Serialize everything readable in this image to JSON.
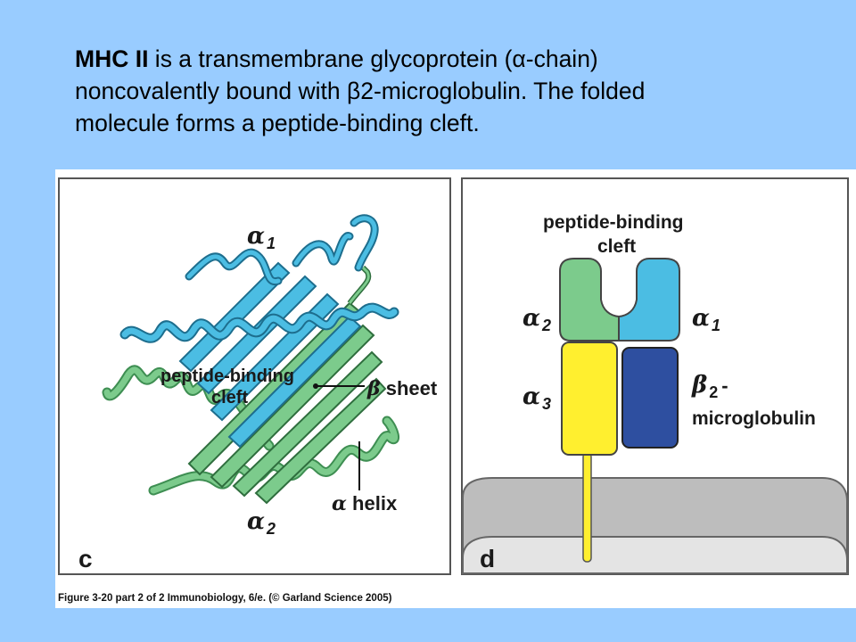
{
  "title": {
    "bold": "MHC II",
    "line1_rest": " is a transmembrane glycoprotein (",
    "alpha_symbol": "α",
    "line1_end": "-chain)",
    "line2_start": "noncovalently bound with ",
    "beta_symbol": "β",
    "line2_end": "2-microglobulin.  The folded",
    "line3": "molecule forms a peptide-binding  cleft."
  },
  "panel_c": {
    "panel_letter": "c",
    "alpha1_label": "α",
    "alpha1_sub": "1",
    "alpha2_label": "α",
    "alpha2_sub": "2",
    "cleft_label_line1": "peptide-binding",
    "cleft_label_line2": "cleft",
    "beta_symbol": "β",
    "beta_sheet_label": " sheet",
    "alpha_symbol": "α",
    "alpha_helix_label": " helix"
  },
  "panel_d": {
    "panel_letter": "d",
    "cleft_label_line1": "peptide-binding",
    "cleft_label_line2": "cleft",
    "alpha2_label": "α",
    "alpha2_sub": "2",
    "alpha1_label": "α",
    "alpha1_sub": "1",
    "alpha3_label": "α",
    "alpha3_sub": "3",
    "beta2_label": "β",
    "beta2_sub": "2",
    "beta2_dash": "-",
    "microglobulin_label": "microglobulin"
  },
  "caption": "Figure 3-20 part 2 of 2  Immunobiology, 6/e. (© Garland Science 2005)",
  "colors": {
    "background": "#99CCFF",
    "alpha1_domain": "#4BBDE3",
    "alpha2_domain": "#7CCB8C",
    "alpha3_domain": "#FFEF2F",
    "beta2m_domain": "#2E4FA0",
    "membrane": "#BDBDBD"
  }
}
